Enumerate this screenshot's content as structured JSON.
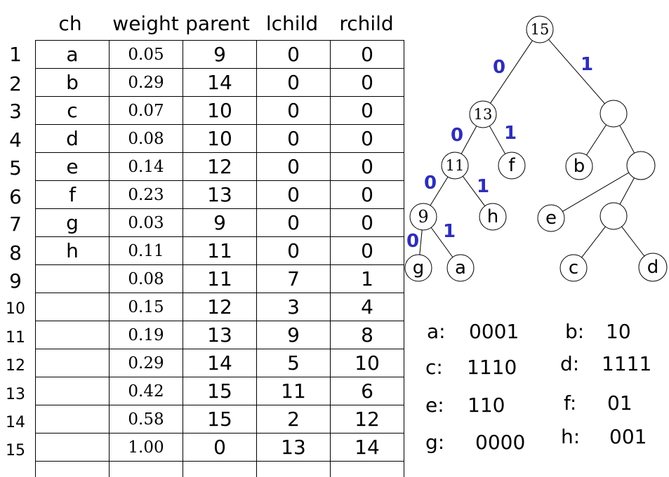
{
  "table": {
    "columns": [
      "ch",
      "weight",
      "parent",
      "lchild",
      "rchild"
    ],
    "rows": [
      {
        "n": "1",
        "ch": "a",
        "weight": "0.05",
        "parent": "9",
        "lchild": "0",
        "rchild": "0"
      },
      {
        "n": "2",
        "ch": "b",
        "weight": "0.29",
        "parent": "14",
        "lchild": "0",
        "rchild": "0"
      },
      {
        "n": "3",
        "ch": "c",
        "weight": "0.07",
        "parent": "10",
        "lchild": "0",
        "rchild": "0"
      },
      {
        "n": "4",
        "ch": "d",
        "weight": "0.08",
        "parent": "10",
        "lchild": "0",
        "rchild": "0"
      },
      {
        "n": "5",
        "ch": "e",
        "weight": "0.14",
        "parent": "12",
        "lchild": "0",
        "rchild": "0"
      },
      {
        "n": "6",
        "ch": "f",
        "weight": "0.23",
        "parent": "13",
        "lchild": "0",
        "rchild": "0"
      },
      {
        "n": "7",
        "ch": "g",
        "weight": "0.03",
        "parent": "9",
        "lchild": "0",
        "rchild": "0"
      },
      {
        "n": "8",
        "ch": "h",
        "weight": "0.11",
        "parent": "11",
        "lchild": "0",
        "rchild": "0"
      },
      {
        "n": "9",
        "ch": "",
        "weight": "0.08",
        "parent": "11",
        "lchild": "7",
        "rchild": "1"
      },
      {
        "n": "10",
        "ch": "",
        "weight": "0.15",
        "parent": "12",
        "lchild": "3",
        "rchild": "4"
      },
      {
        "n": "11",
        "ch": "",
        "weight": "0.19",
        "parent": "13",
        "lchild": "9",
        "rchild": "8"
      },
      {
        "n": "12",
        "ch": "",
        "weight": "0.29",
        "parent": "14",
        "lchild": "5",
        "rchild": "10"
      },
      {
        "n": "13",
        "ch": "",
        "weight": "0.42",
        "parent": "15",
        "lchild": "11",
        "rchild": "6"
      },
      {
        "n": "14",
        "ch": "",
        "weight": "0.58",
        "parent": "15",
        "lchild": "2",
        "rchild": "12"
      },
      {
        "n": "15",
        "ch": "",
        "weight": "1.00",
        "parent": "0",
        "lchild": "13",
        "rchild": "14"
      }
    ]
  },
  "tree": {
    "edge_color": "#2e2eb8",
    "nodes": [
      {
        "id": "n15",
        "label": "15"
      },
      {
        "id": "n13",
        "label": "13"
      },
      {
        "id": "r1",
        "label": ""
      },
      {
        "id": "n11",
        "label": "11"
      },
      {
        "id": "f",
        "label": "f"
      },
      {
        "id": "b",
        "label": "b"
      },
      {
        "id": "r2",
        "label": ""
      },
      {
        "id": "n9",
        "label": "9"
      },
      {
        "id": "h",
        "label": "h"
      },
      {
        "id": "e",
        "label": "e"
      },
      {
        "id": "r3",
        "label": ""
      },
      {
        "id": "g",
        "label": "g"
      },
      {
        "id": "a",
        "label": "a"
      },
      {
        "id": "c",
        "label": "c"
      },
      {
        "id": "d",
        "label": "d"
      }
    ],
    "edges": [
      [
        "n15",
        "n13"
      ],
      [
        "n15",
        "r1"
      ],
      [
        "n13",
        "n11"
      ],
      [
        "n13",
        "f"
      ],
      [
        "r1",
        "b"
      ],
      [
        "r1",
        "r2"
      ],
      [
        "n11",
        "n9"
      ],
      [
        "n11",
        "h"
      ],
      [
        "r2",
        "e"
      ],
      [
        "r2",
        "r3"
      ],
      [
        "n9",
        "g"
      ],
      [
        "n9",
        "a"
      ],
      [
        "r3",
        "c"
      ],
      [
        "r3",
        "d"
      ]
    ],
    "edge_labels": [
      "0",
      "1",
      "0",
      "1",
      "0",
      "1",
      "0",
      "1"
    ]
  },
  "codes": [
    {
      "ch": "a:",
      "code": "0001"
    },
    {
      "ch": "b:",
      "code": "10"
    },
    {
      "ch": "c:",
      "code": "1110"
    },
    {
      "ch": "d:",
      "code": "1111"
    },
    {
      "ch": "e:",
      "code": "110"
    },
    {
      "ch": "f:",
      "code": "01"
    },
    {
      "ch": "g:",
      "code": "0000"
    },
    {
      "ch": "h:",
      "code": "001"
    }
  ]
}
